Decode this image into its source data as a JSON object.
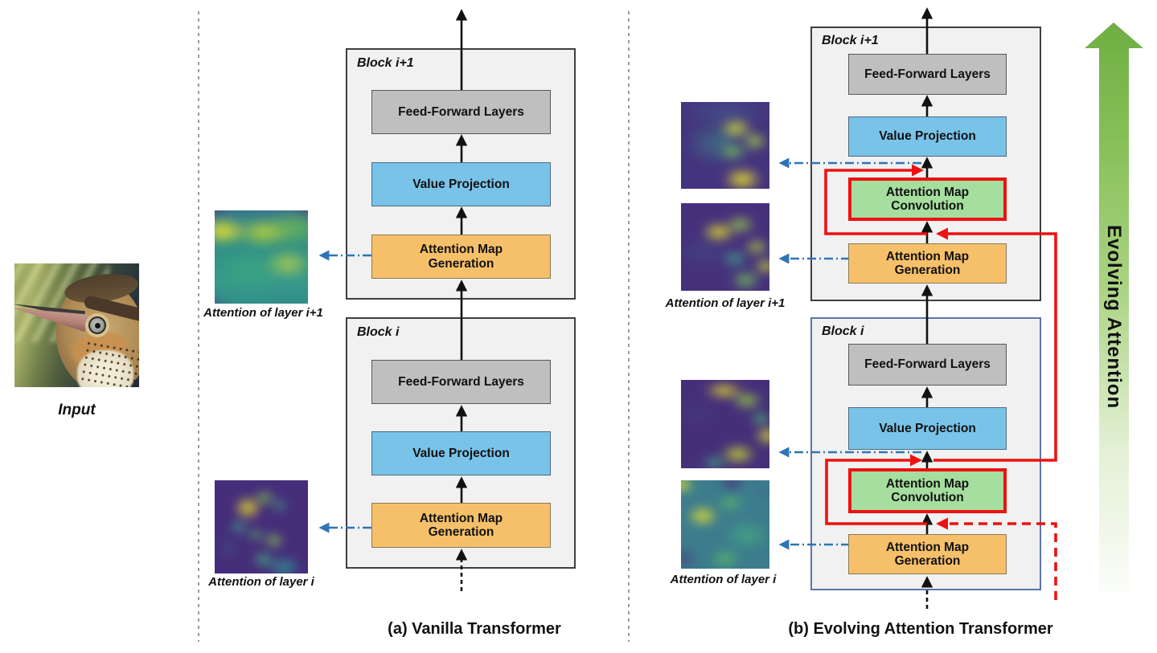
{
  "figure": {
    "input_caption": "Input",
    "panel_a_caption": "(a) Vanilla Transformer",
    "panel_b_caption": "(b) Evolving Attention Transformer",
    "evolving_arrow_label": "Evolving Attention",
    "block_i_label": "Block i",
    "block_i1_label": "Block i+1",
    "attention_layer_i_label": "Attention of layer i",
    "attention_layer_i1_label": "Attention of layer i+1",
    "box_labels": {
      "feed_forward": "Feed-Forward Layers",
      "value_projection": "Value Projection",
      "attention_map_generation": "Attention Map Generation",
      "attention_map_convolution": "Attention Map Convolution"
    },
    "colors": {
      "attention_generation_fill": "#f6c06a",
      "value_projection_fill": "#79c3e9",
      "feed_forward_fill": "#bfbfbf",
      "attention_convolution_fill": "#a5de9e",
      "residual_red": "#ee1111",
      "attention_flow_blue": "#2e75b6",
      "block_fill": "#f1f1f1",
      "block_border_dark": "#3f3f3f",
      "block_border_blue": "#5b74a8",
      "evolving_arrow_green": "#74b347"
    }
  }
}
